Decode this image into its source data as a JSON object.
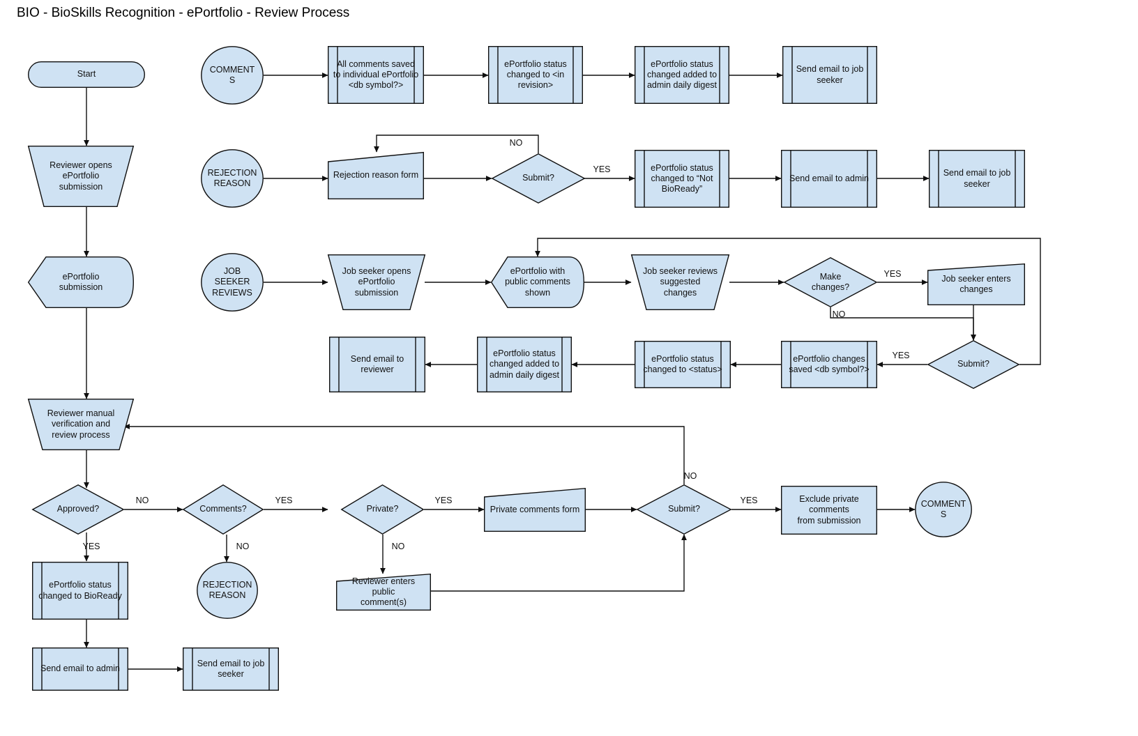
{
  "title": "BIO - BioSkills Recognition - ePortfolio - Review Process",
  "colors": {
    "node_fill": "#cfe2f3",
    "node_stroke": "#0f0f0f",
    "connector": "#0f0f0f",
    "background": "#ffffff",
    "text": "#111111"
  },
  "nodes": {
    "start": {
      "label": "Start",
      "shape": "terminator"
    },
    "reviewer_opens": {
      "label": "Reviewer opens\nePortfolio\nsubmission",
      "shape": "trapezoid-manual-operation"
    },
    "eportfolio_submission": {
      "label": "ePortfolio\nsubmission",
      "shape": "display"
    },
    "reviewer_manual": {
      "label": "Reviewer manual\nverification and\nreview process",
      "shape": "trapezoid-manual-operation"
    },
    "approved": {
      "label": "Approved?",
      "shape": "decision"
    },
    "status_bioready": {
      "label": "ePortfolio status\nchanged to BioReady",
      "shape": "predefined-process"
    },
    "send_email_admin_b": {
      "label": "Send email to admin",
      "shape": "predefined-process"
    },
    "send_email_seeker_b": {
      "label": "Send email to job\nseeker",
      "shape": "predefined-process"
    },
    "comments_circle_top": {
      "label": "COMMENT\nS",
      "shape": "circle"
    },
    "all_comments_saved": {
      "label": "All comments saved\nto individual ePortfolio\n<db symbol?>",
      "shape": "predefined-process"
    },
    "status_in_revision": {
      "label": "ePortfolio status\nchanged to <in\nrevision>",
      "shape": "predefined-process"
    },
    "status_admin_digest_1": {
      "label": "ePortfolio status\nchanged added to\nadmin daily digest",
      "shape": "predefined-process"
    },
    "send_email_seeker_1": {
      "label": "Send email to job\nseeker",
      "shape": "predefined-process"
    },
    "rejection_reason_top": {
      "label": "REJECTION\nREASON",
      "shape": "circle"
    },
    "rejection_reason_form": {
      "label": "Rejection reason form",
      "shape": "manual-input"
    },
    "submit_rej": {
      "label": "Submit?",
      "shape": "decision"
    },
    "status_not_bioready": {
      "label": "ePortfolio status\nchanged to “Not\nBioReady”",
      "shape": "predefined-process"
    },
    "send_email_admin_2": {
      "label": "Send email to admin",
      "shape": "predefined-process"
    },
    "send_email_seeker_2": {
      "label": "Send email to job\nseeker",
      "shape": "predefined-process"
    },
    "job_seeker_reviews": {
      "label": "JOB\nSEEKER\nREVIEWS",
      "shape": "circle"
    },
    "seeker_opens": {
      "label": "Job seeker opens\nePortfolio\nsubmission",
      "shape": "trapezoid-manual-operation"
    },
    "eport_public_comments": {
      "label": "ePortfolio with\npublic comments\nshown",
      "shape": "display"
    },
    "seeker_reviews_changes": {
      "label": "Job seeker reviews\nsuggested\nchanges",
      "shape": "trapezoid-manual-operation"
    },
    "make_changes": {
      "label": "Make\nchanges?",
      "shape": "decision"
    },
    "seeker_enters_changes": {
      "label": "Job seeker  enters changes",
      "shape": "manual-input"
    },
    "submit_changes": {
      "label": "Submit?",
      "shape": "decision"
    },
    "changes_saved": {
      "label": "ePortfolio changes\nsaved <db symbol?>",
      "shape": "predefined-process"
    },
    "status_to_status": {
      "label": "ePortfolio status\nchanged to <status>",
      "shape": "predefined-process"
    },
    "status_admin_digest_2": {
      "label": "ePortfolio status\nchanged added to\nadmin daily digest",
      "shape": "predefined-process"
    },
    "send_email_reviewer": {
      "label": "Send email to\nreviewer",
      "shape": "predefined-process"
    },
    "comments_q": {
      "label": "Comments?",
      "shape": "decision"
    },
    "rejection_reason_bot": {
      "label": "REJECTION\nREASON",
      "shape": "circle"
    },
    "private_q": {
      "label": "Private?",
      "shape": "decision"
    },
    "private_comments_form": {
      "label": "Private comments form",
      "shape": "manual-input"
    },
    "reviewer_public_comm": {
      "label": "Reviewer enters public\ncomment(s)",
      "shape": "manual-input"
    },
    "submit_bottom": {
      "label": "Submit?",
      "shape": "decision"
    },
    "exclude_private": {
      "label": "Exclude private comments\nfrom submission",
      "shape": "process"
    },
    "comments_circle_bot": {
      "label": "COMMENT\nS",
      "shape": "circle"
    }
  },
  "edge_labels": {
    "rej_no": "NO",
    "rej_yes": "YES",
    "make_yes": "YES",
    "make_no": "NO",
    "submit_ch_yes": "YES",
    "approved_no": "NO",
    "approved_yes": "YES",
    "comments_yes": "YES",
    "comments_no": "NO",
    "private_yes": "YES",
    "private_no": "NO",
    "submit_b_no": "NO",
    "submit_b_yes": "YES"
  }
}
